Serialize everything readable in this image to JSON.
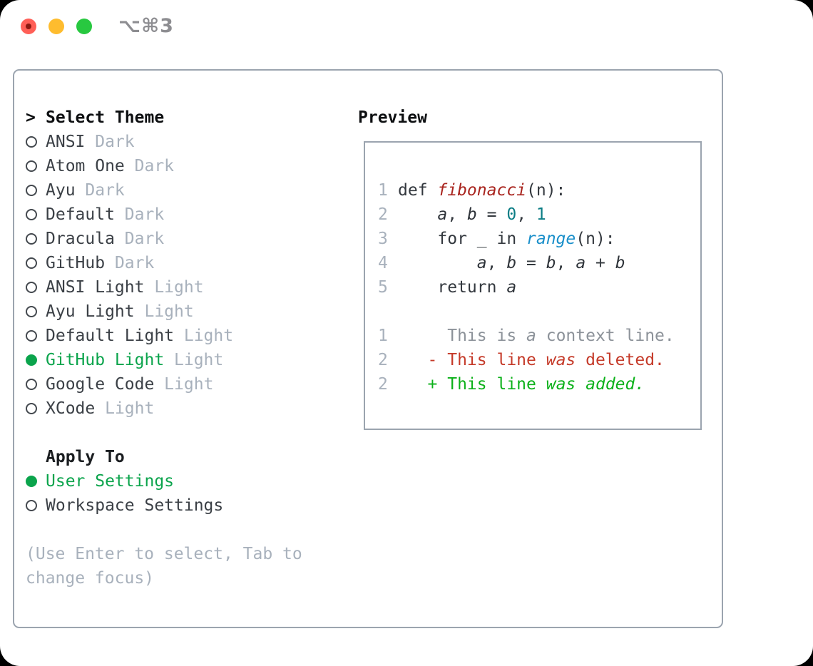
{
  "titlebar": {
    "title": "⌥⌘3"
  },
  "theme_list": {
    "prompt": ">",
    "header": "Select Theme",
    "items": [
      {
        "label": "ANSI",
        "variant": "Dark",
        "selected": false
      },
      {
        "label": "Atom One",
        "variant": "Dark",
        "selected": false
      },
      {
        "label": "Ayu",
        "variant": "Dark",
        "selected": false
      },
      {
        "label": "Default",
        "variant": "Dark",
        "selected": false
      },
      {
        "label": "Dracula",
        "variant": "Dark",
        "selected": false
      },
      {
        "label": "GitHub",
        "variant": "Dark",
        "selected": false
      },
      {
        "label": "ANSI Light",
        "variant": "Light",
        "selected": false
      },
      {
        "label": "Ayu Light",
        "variant": "Light",
        "selected": false
      },
      {
        "label": "Default Light",
        "variant": "Light",
        "selected": false
      },
      {
        "label": "GitHub Light",
        "variant": "Light",
        "selected": true
      },
      {
        "label": "Google Code",
        "variant": "Light",
        "selected": false
      },
      {
        "label": "XCode",
        "variant": "Light",
        "selected": false
      }
    ]
  },
  "apply_to": {
    "header": "Apply To",
    "options": [
      {
        "label": "User Settings",
        "selected": true
      },
      {
        "label": "Workspace Settings",
        "selected": false
      }
    ]
  },
  "hint": "(Use Enter to select, Tab to change focus)",
  "preview": {
    "title": "Preview",
    "lines": [
      {
        "n": "1",
        "segs": [
          [
            "def ",
            "code"
          ],
          [
            "fibonacci",
            "fn"
          ],
          [
            "(n):",
            "code"
          ]
        ]
      },
      {
        "n": "2",
        "segs": [
          [
            "    ",
            "code"
          ],
          [
            "a",
            "var"
          ],
          [
            ", ",
            "code"
          ],
          [
            "b",
            "var"
          ],
          [
            " = ",
            "code"
          ],
          [
            "0",
            "num"
          ],
          [
            ", ",
            "code"
          ],
          [
            "1",
            "num"
          ]
        ]
      },
      {
        "n": "3",
        "segs": [
          [
            "    for _ in ",
            "code"
          ],
          [
            "range",
            "call"
          ],
          [
            "(n):",
            "code"
          ]
        ]
      },
      {
        "n": "4",
        "segs": [
          [
            "        ",
            "code"
          ],
          [
            "a",
            "var"
          ],
          [
            ", ",
            "code"
          ],
          [
            "b",
            "var"
          ],
          [
            " = ",
            "code"
          ],
          [
            "b",
            "var"
          ],
          [
            ", ",
            "code"
          ],
          [
            "a",
            "var"
          ],
          [
            " + ",
            "code"
          ],
          [
            "b",
            "var"
          ]
        ]
      },
      {
        "n": "5",
        "segs": [
          [
            "    return ",
            "code"
          ],
          [
            "a",
            "var"
          ]
        ]
      },
      {
        "n": "",
        "segs": []
      },
      {
        "n": "1",
        "segs": [
          [
            "     This is ",
            "ctx"
          ],
          [
            "a",
            "ctx-i"
          ],
          [
            " context line.",
            "ctx"
          ]
        ]
      },
      {
        "n": "2",
        "segs": [
          [
            "   - This line ",
            "del"
          ],
          [
            "was",
            "del-i"
          ],
          [
            " deleted.",
            "del"
          ]
        ]
      },
      {
        "n": "2",
        "segs": [
          [
            "   + This line ",
            "add"
          ],
          [
            "was",
            "add-i"
          ],
          [
            " ",
            "add"
          ],
          [
            "added.",
            "add-i"
          ]
        ]
      }
    ]
  },
  "colors": {
    "selection_green": "#0ba44c",
    "muted_gray": "#a8b1bc",
    "panel_border": "#9ba4af",
    "keyword_text": "#33383e",
    "function_red": "#a9251f",
    "number_teal": "#0b7d85",
    "call_blue": "#1a8fca",
    "diff_deleted_red": "#c53a29",
    "diff_added_green": "#0cb11a",
    "traffic_red": "#ff5f57",
    "traffic_yellow": "#febc2e",
    "traffic_green": "#28c840"
  }
}
